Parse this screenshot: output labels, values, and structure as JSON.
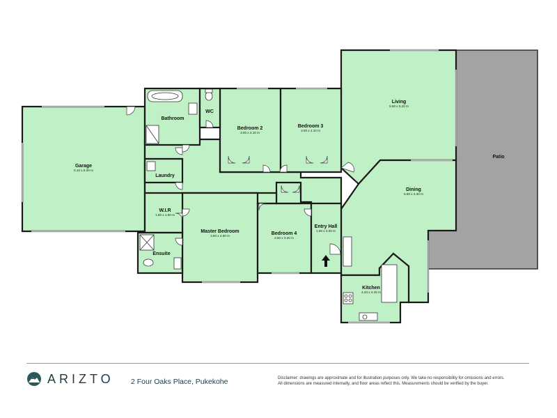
{
  "brand": {
    "name": "ARIZTO",
    "accent": "#1e3a44",
    "room_fill": "#bff0c6",
    "patio_fill": "#a3a3a3"
  },
  "address": "2 Four Oaks Place, Pukekohe",
  "disclaimer": {
    "line1": "Disclaimer: drawings are approximate and for illustration purposes only. We take no responsibility for omissions and errors.",
    "line2": "All dimensions are measured internally, and floor areas reflect this. Measurements should be verified by the buyer."
  },
  "rooms": {
    "garage": {
      "name": "Garage",
      "dims": "6.10 x 6.00 m"
    },
    "bathroom": {
      "name": "Bathroom"
    },
    "wc": {
      "name": "WC"
    },
    "laundry": {
      "name": "Laundry"
    },
    "bedroom2": {
      "name": "Bedroom 2",
      "dims": "3.00 x 4.10 m"
    },
    "bedroom3": {
      "name": "Bedroom 3",
      "dims": "3.00 x 4.10 m"
    },
    "living": {
      "name": "Living",
      "dims": "5.50 x 5.20 m"
    },
    "patio": {
      "name": "Patio"
    },
    "dining": {
      "name": "Dining",
      "dims": "5.50 x 3.30 m"
    },
    "wir": {
      "name": "W.I.R",
      "dims": "1.80 x 1.60 m"
    },
    "master": {
      "name": "Master Bedroom",
      "dims": "3.60 x 4.50 m"
    },
    "bedroom4": {
      "name": "Bedroom 4",
      "dims": "2.60 x 3.20 m"
    },
    "entry": {
      "name": "Entry Hall",
      "dims": "1.60 x 4.00 m"
    },
    "ensuite": {
      "name": "Ensuite"
    },
    "kitchen": {
      "name": "Kitchen",
      "dims": "4.20 x 4.40 m"
    }
  }
}
